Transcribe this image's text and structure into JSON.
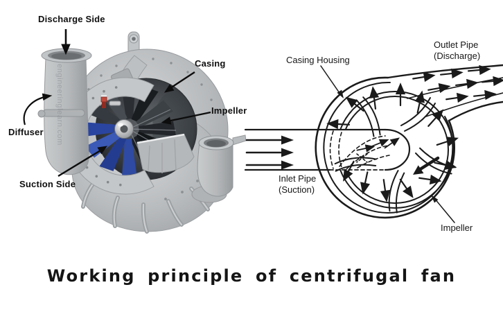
{
  "title": "Working principle of centrifugal fan",
  "left_diagram": {
    "labels": {
      "discharge_side": "Discharge Side",
      "casing": "Casing",
      "impeller": "Impeller",
      "diffuser": "Diffuser",
      "suction_side": "Suction Side"
    },
    "watermark": "engineeringlearn.com",
    "colors": {
      "casing_grey": "#b4b7b9",
      "impeller_blue": "#2e4aa2",
      "impeller_dark": "#1c1f23",
      "hub_silver": "#d9dbdc",
      "accent_red": "#c24a3c"
    }
  },
  "right_diagram": {
    "labels": {
      "casing_housing": "Casing Housing",
      "outlet_pipe": [
        "Outlet Pipe",
        "(Discharge)"
      ],
      "inlet_pipe": [
        "Inlet Pipe",
        "(Suction)"
      ],
      "impeller": "Impeller"
    },
    "line_color": "#1a1a1a"
  }
}
